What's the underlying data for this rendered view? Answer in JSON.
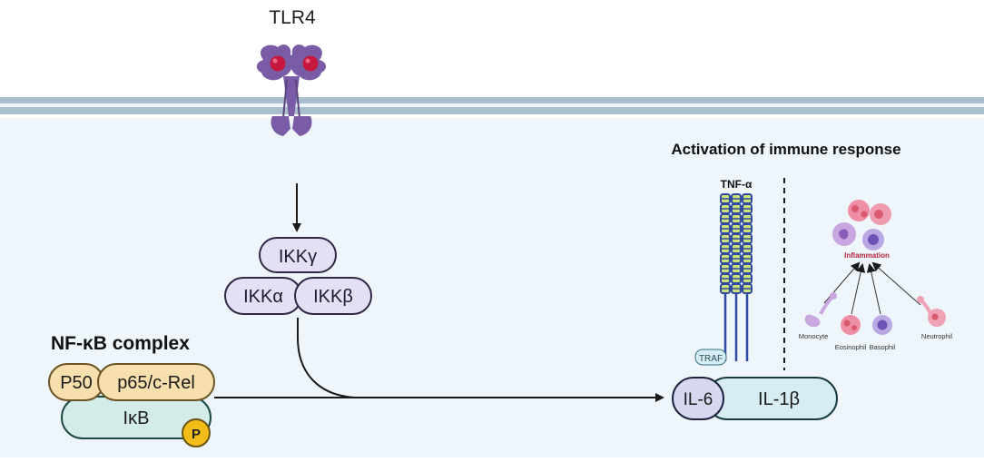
{
  "receptor": {
    "label": "TLR4"
  },
  "ikk": {
    "gamma": "IKKγ",
    "alpha": "IKKα",
    "beta": "IKKβ"
  },
  "nfkb": {
    "title": "NF-κB complex",
    "p50": "P50",
    "p65": "p65/c-Rel",
    "ikb": "IκB",
    "phospho": "P"
  },
  "cytokines": {
    "il6": "IL-6",
    "il1b": "IL-1β",
    "tnf": "TNF-α",
    "traf": "TRAF"
  },
  "immune": {
    "title": "Activation of immune response",
    "inflammation": "Inflammation",
    "cells": [
      "Monocyte",
      "Eosinophil",
      "Basophil",
      "Neutrophil"
    ]
  },
  "colors": {
    "membrane": "#a9bfcc",
    "cytoplasm": "#eef6fb",
    "tlr4_body": "#7a5ca6",
    "tlr4_ligand": "#c8173f",
    "ikk_fill": "#e4dff3",
    "ikk_stroke": "#2f2746",
    "nfkb_fill": "#f8dfae",
    "ikb_fill": "#d4ece8",
    "phospho_fill": "#f2bd18",
    "il6_fill": "#d5d8ee",
    "il1b_fill": "#d6eef3",
    "tnf_blue": "#2f4aa0",
    "tnf_green": "#cfe27a",
    "inflammation_text": "#b5213a"
  }
}
